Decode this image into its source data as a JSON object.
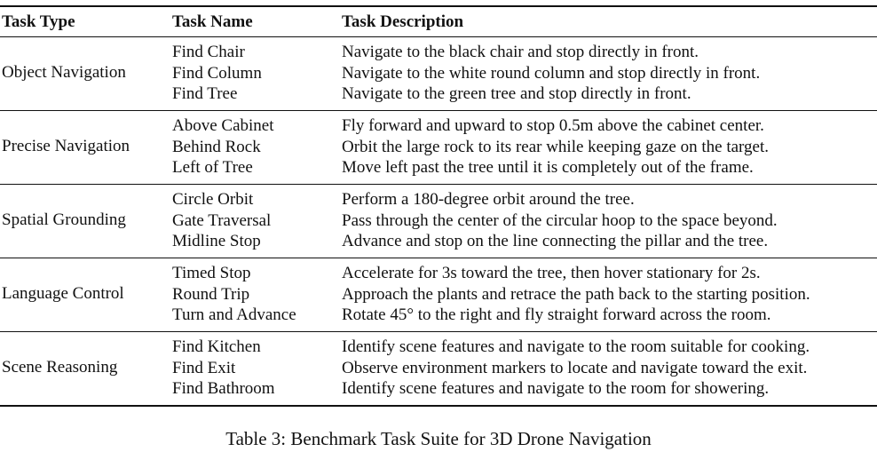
{
  "table": {
    "headers": {
      "type": "Task Type",
      "name": "Task Name",
      "description": "Task Description"
    },
    "groups": [
      {
        "type": "Object Navigation",
        "tasks": [
          {
            "name": "Find Chair",
            "description": "Navigate to the black chair and stop directly in front."
          },
          {
            "name": "Find Column",
            "description": "Navigate to the white round column and stop directly in front."
          },
          {
            "name": "Find Tree",
            "description": "Navigate to the green tree and stop directly in front."
          }
        ]
      },
      {
        "type": "Precise Navigation",
        "tasks": [
          {
            "name": "Above Cabinet",
            "description": "Fly forward and upward to stop 0.5m above the cabinet center."
          },
          {
            "name": "Behind Rock",
            "description": "Orbit the large rock to its rear while keeping gaze on the target."
          },
          {
            "name": "Left of Tree",
            "description": "Move left past the tree until it is completely out of the frame."
          }
        ]
      },
      {
        "type": "Spatial Grounding",
        "tasks": [
          {
            "name": "Circle Orbit",
            "description": "Perform a 180-degree orbit around the tree."
          },
          {
            "name": "Gate Traversal",
            "description": "Pass through the center of the circular hoop to the space beyond."
          },
          {
            "name": "Midline Stop",
            "description": "Advance and stop on the line connecting the pillar and the tree."
          }
        ]
      },
      {
        "type": "Language Control",
        "tasks": [
          {
            "name": "Timed Stop",
            "description": "Accelerate for 3s toward the tree, then hover stationary for 2s."
          },
          {
            "name": "Round Trip",
            "description": "Approach the plants and retrace the path back to the starting position."
          },
          {
            "name": "Turn and Advance",
            "description": "Rotate 45° to the right and fly straight forward across the room."
          }
        ]
      },
      {
        "type": "Scene Reasoning",
        "tasks": [
          {
            "name": "Find Kitchen",
            "description": "Identify scene features and navigate to the room suitable for cooking."
          },
          {
            "name": "Find Exit",
            "description": "Observe environment markers to locate and navigate toward the exit."
          },
          {
            "name": "Find Bathroom",
            "description": "Identify scene features and navigate to the room for showering."
          }
        ]
      }
    ]
  },
  "caption": "Table 3: Benchmark Task Suite for 3D Drone Navigation"
}
